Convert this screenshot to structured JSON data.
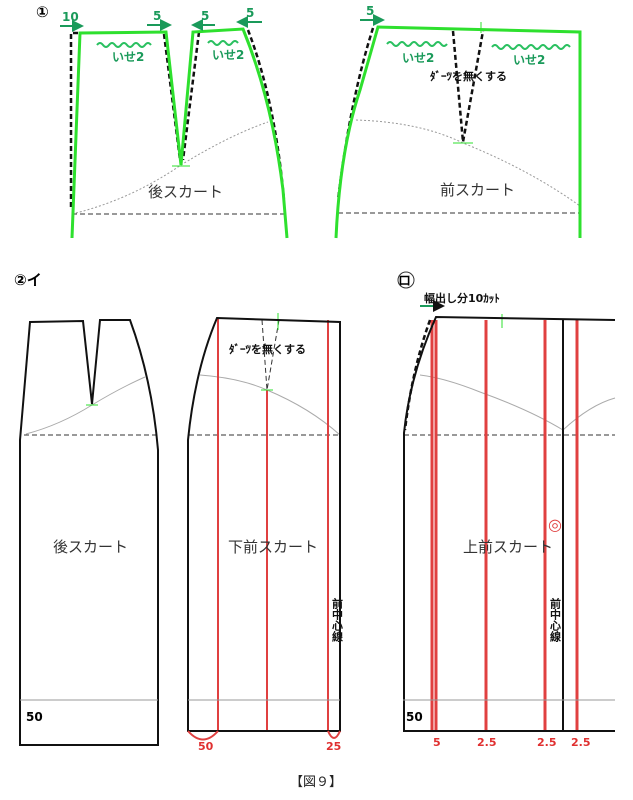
{
  "step_labels": {
    "one": "①",
    "two_i": "②イ",
    "ro": "ロ"
  },
  "panel1": {
    "back": {
      "arrows": [
        "10",
        "5",
        "5",
        "5"
      ],
      "ease_left": "いせ2",
      "ease_right": "いせ2",
      "title": "後スカート"
    },
    "front": {
      "arrow": "5",
      "ease_left": "いせ2",
      "ease_right": "いせ2",
      "note": "ﾀﾞｰﾂを無くする",
      "title": "前スカート"
    }
  },
  "panel2": {
    "back": {
      "title": "後スカート",
      "hem": "50"
    },
    "lower_front": {
      "title": "下前スカート",
      "note": "ﾀﾞｰﾂを無くする",
      "center_line": "前中心線",
      "dims": [
        "50",
        "25"
      ]
    },
    "upper_front": {
      "title": "上前スカート",
      "note": "幅出し分10ｶｯﾄ",
      "center_line": "前中心線",
      "hem": "50",
      "symbol": "◎",
      "dims": [
        "5",
        "2.5",
        "2.5",
        "2.5"
      ]
    }
  },
  "caption": "【図９】",
  "colors": {
    "adjust": "#2ee02e",
    "cut_lines": "#e04040",
    "outline": "#111111"
  }
}
